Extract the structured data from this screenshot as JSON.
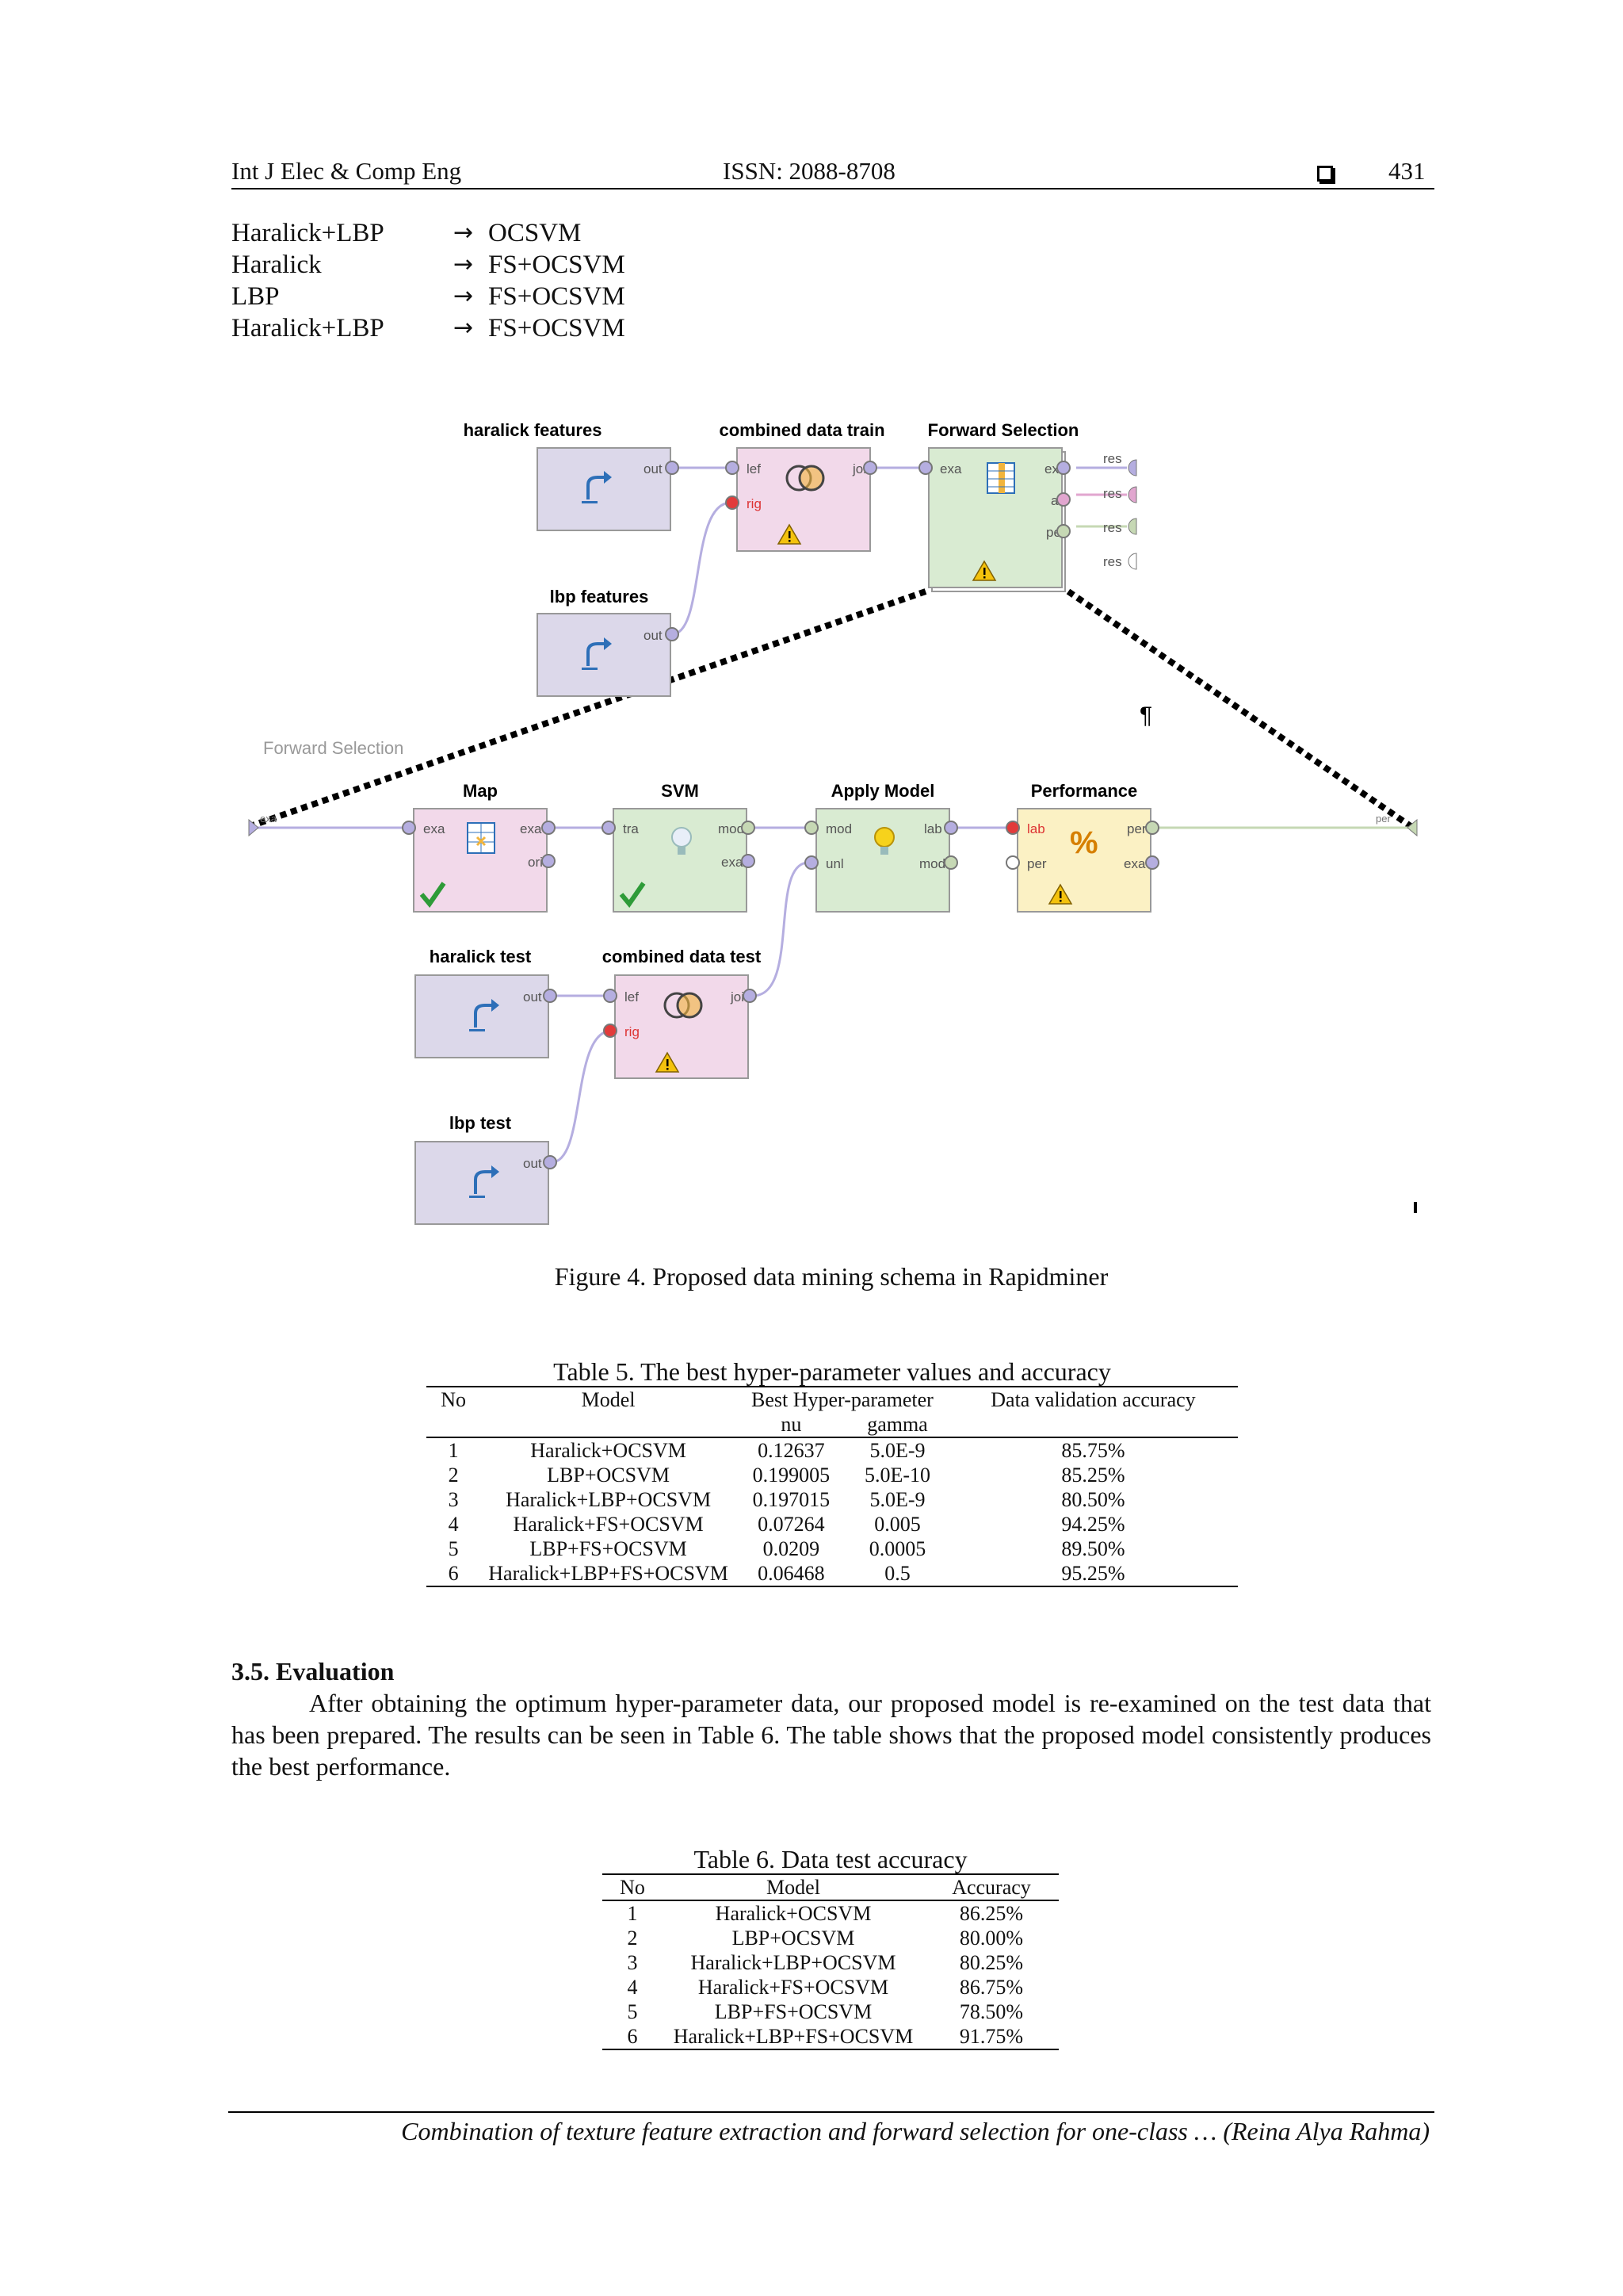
{
  "header": {
    "journal": "Int J Elec & Comp Eng",
    "issn": "ISSN: 2088-8708",
    "page": "431"
  },
  "model_list": [
    {
      "features": "Haralick+LBP",
      "arrow": "→",
      "model": "OCSVM"
    },
    {
      "features": "Haralick",
      "arrow": "→",
      "model": "FS+OCSVM"
    },
    {
      "features": "LBP",
      "arrow": "→",
      "model": "FS+OCSVM"
    },
    {
      "features": "Haralick+LBP",
      "arrow": "→",
      "model": "FS+OCSVM"
    }
  ],
  "figure": {
    "caption": "Figure 4. Proposed data mining schema in Rapidminer",
    "subprocess_label": "Forward Selection",
    "pilcrow": "¶",
    "operators": {
      "haralick_features": {
        "title": "haralick features",
        "ports": [
          "out"
        ]
      },
      "combined_train": {
        "title": "combined data train",
        "ports": [
          "lef",
          "rig",
          "joi"
        ]
      },
      "forward_selection": {
        "title": "Forward Selection",
        "ports": [
          "exa",
          "exa",
          "att",
          "per"
        ],
        "outputs": [
          "res",
          "res",
          "res",
          "res"
        ]
      },
      "lbp_features": {
        "title": "lbp features",
        "ports": [
          "out"
        ]
      },
      "map": {
        "title": "Map",
        "ports": [
          "exa",
          "exa",
          "ori"
        ]
      },
      "svm": {
        "title": "SVM",
        "ports": [
          "tra",
          "mod",
          "exa"
        ]
      },
      "apply_model": {
        "title": "Apply Model",
        "ports": [
          "mod",
          "unl",
          "lab",
          "mod"
        ]
      },
      "performance": {
        "title": "Performance",
        "ports": [
          "lab",
          "per",
          "per",
          "exa"
        ]
      },
      "haralick_test": {
        "title": "haralick test",
        "ports": [
          "out"
        ]
      },
      "combined_test": {
        "title": "combined data test",
        "ports": [
          "lef",
          "rig",
          "joi"
        ]
      },
      "lbp_test": {
        "title": "lbp test",
        "ports": [
          "out"
        ]
      }
    },
    "edge_ports": {
      "left": "exa",
      "right": "per"
    },
    "colors": {
      "purple": "#dcd8ea",
      "pink": "#f2d9ea",
      "green": "#d9ebd2",
      "yellow": "#fbf1c4",
      "line": "#b5aee0",
      "green_line": "#c6d8b4"
    }
  },
  "table5": {
    "caption": "Table 5. The best hyper-parameter values and accuracy",
    "headers": {
      "no": "No",
      "model": "Model",
      "best": "Best Hyper-parameter",
      "nu": "nu",
      "gamma": "gamma",
      "acc": "Data validation accuracy"
    },
    "rows": [
      [
        "1",
        "Haralick+OCSVM",
        "0.12637",
        "5.0E-9",
        "85.75%"
      ],
      [
        "2",
        "LBP+OCSVM",
        "0.199005",
        "5.0E-10",
        "85.25%"
      ],
      [
        "3",
        "Haralick+LBP+OCSVM",
        "0.197015",
        "5.0E-9",
        "80.50%"
      ],
      [
        "4",
        "Haralick+FS+OCSVM",
        "0.07264",
        "0.005",
        "94.25%"
      ],
      [
        "5",
        "LBP+FS+OCSVM",
        "0.0209",
        "0.0005",
        "89.50%"
      ],
      [
        "6",
        "Haralick+LBP+FS+OCSVM",
        "0.06468",
        "0.5",
        "95.25%"
      ]
    ]
  },
  "section": {
    "title": "3.5.  Evaluation",
    "paragraph": "After obtaining the optimum hyper-parameter data, our proposed model is re-examined on the test data that has been prepared. The results can be seen in Table 6. The table shows that the proposed model consistently produces the best performance."
  },
  "table6": {
    "caption": "Table 6. Data test accuracy",
    "headers": [
      "No",
      "Model",
      "Accuracy"
    ],
    "rows": [
      [
        "1",
        "Haralick+OCSVM",
        "86.25%"
      ],
      [
        "2",
        "LBP+OCSVM",
        "80.00%"
      ],
      [
        "3",
        "Haralick+LBP+OCSVM",
        "80.25%"
      ],
      [
        "4",
        "Haralick+FS+OCSVM",
        "86.75%"
      ],
      [
        "5",
        "LBP+FS+OCSVM",
        "78.50%"
      ],
      [
        "6",
        "Haralick+LBP+FS+OCSVM",
        "91.75%"
      ]
    ]
  },
  "footer": "Combination of texture feature extraction and forward selection for one-class … (Reina Alya Rahma)"
}
